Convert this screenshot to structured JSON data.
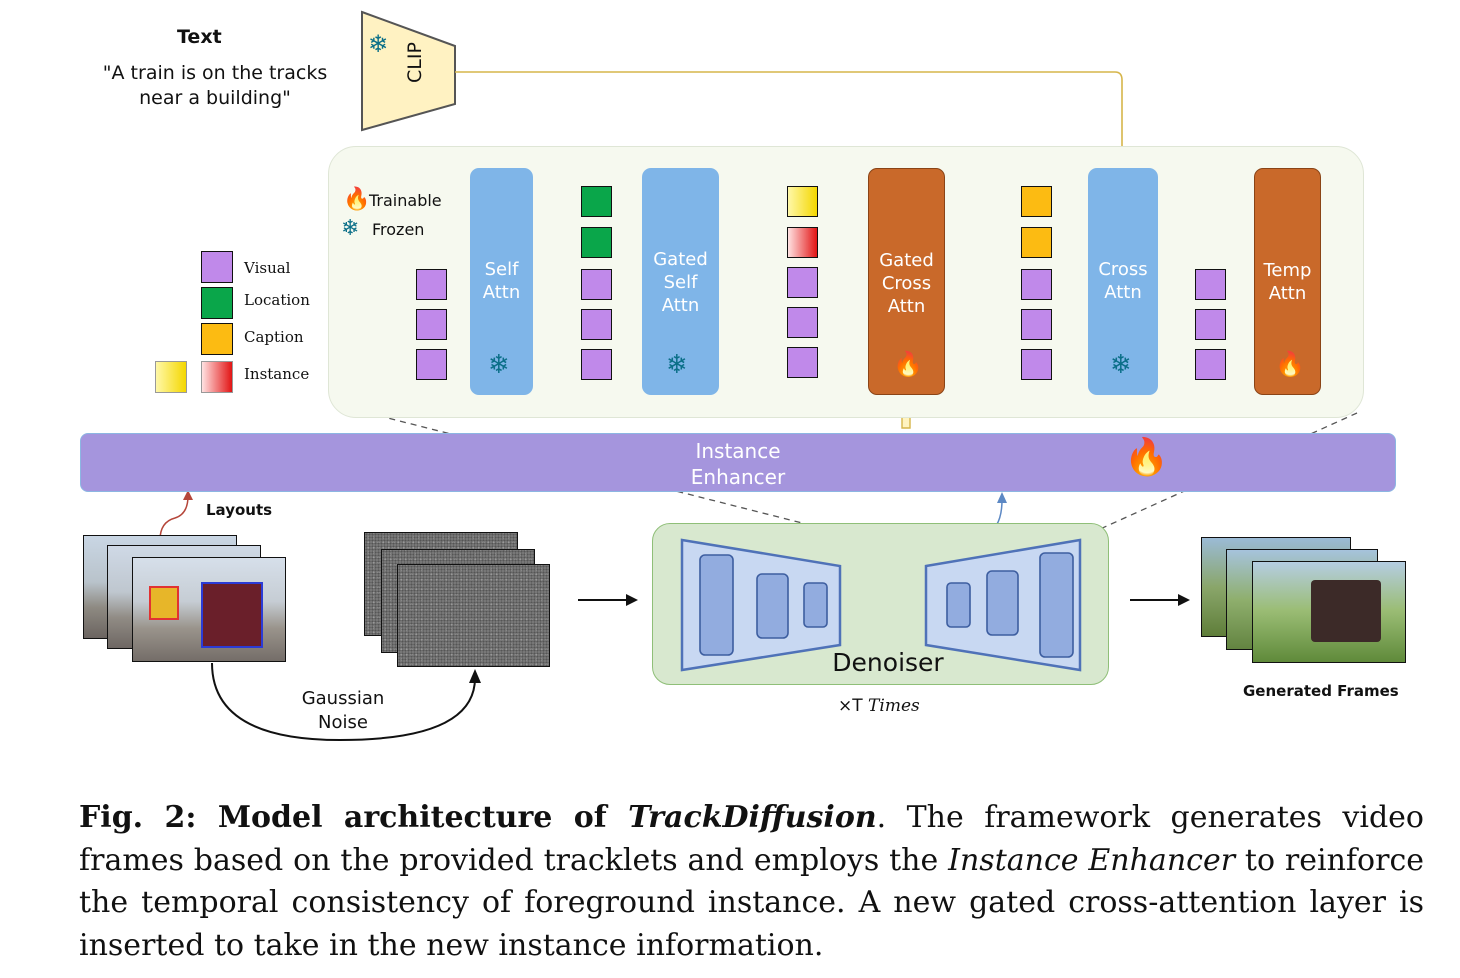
{
  "text_input": {
    "heading": "Text",
    "prompt_line1": "\"A train is on the tracks",
    "prompt_line2": "near a building\""
  },
  "clip_label": "CLIP",
  "status_legend": {
    "trainable": "Trainable",
    "frozen": "Frozen"
  },
  "token_legend": {
    "visual": "Visual",
    "location": "Location",
    "caption": "Caption",
    "instance": "Instance"
  },
  "blocks": {
    "self_attn": [
      "Self",
      "Attn"
    ],
    "gated_self_attn": [
      "Gated",
      "Self",
      "Attn"
    ],
    "gated_cross_attn": [
      "Gated",
      "Cross",
      "Attn"
    ],
    "cross_attn": [
      "Cross",
      "Attn"
    ],
    "temp_attn": [
      "Temp",
      "Attn"
    ]
  },
  "instance_enhancer": [
    "Instance",
    "Enhancer"
  ],
  "layouts_label": "Layouts",
  "gaussian_noise": [
    "Gaussian",
    "Noise"
  ],
  "denoiser_label": "Denoiser",
  "times_label_prefix": "×T ",
  "times_label_italic": "Times",
  "generated_frames_label": "Generated Frames",
  "caption": {
    "fig_label": "Fig. 2: Model architecture of ",
    "fig_name": "TrackDiffusion",
    "text1": ". The framework generates video frames based on the provided tracklets and employs the ",
    "enhancer": "Instance Enhancer",
    "text2": " to reinforce the temporal consistency of foreground instance. A new gated cross-attention layer is inserted to take in the new instance information."
  },
  "colors": {
    "visual": "#c089ea",
    "location": "#0aa64a",
    "caption": "#fcbb12",
    "attn_frozen": "#7fb5e8",
    "attn_trainable": "#c9692a",
    "enhancer": "#a595dd",
    "denoiser_bg": "#d8e8cf"
  },
  "icons": {
    "frozen": "snowflake-icon",
    "trainable": "fire-icon"
  }
}
